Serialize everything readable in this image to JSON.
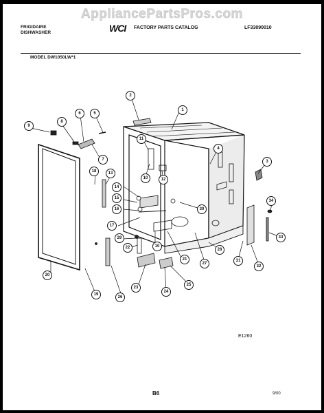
{
  "watermark": "AppliancePartsPros.com",
  "header": {
    "brand_line1": "FRIGIDAIRE",
    "brand_line2": "DISHWASHER",
    "logo": "WCI",
    "catalog_title": "FACTORY PARTS CATALOG",
    "catalog_code": "LF33090010"
  },
  "model": "MODEL DW1050LW*1",
  "figure_code": "E1260",
  "page_number": "B6",
  "date": "9/00",
  "callouts": [
    "1",
    "2",
    "3",
    "4",
    "5",
    "6",
    "7",
    "8",
    "9",
    "10",
    "10",
    "11",
    "12",
    "13",
    "14",
    "15",
    "16",
    "17",
    "18",
    "19",
    "20",
    "21",
    "22",
    "23",
    "24",
    "25",
    "26",
    "27",
    "28",
    "29",
    "30",
    "31",
    "32",
    "33",
    "34"
  ]
}
